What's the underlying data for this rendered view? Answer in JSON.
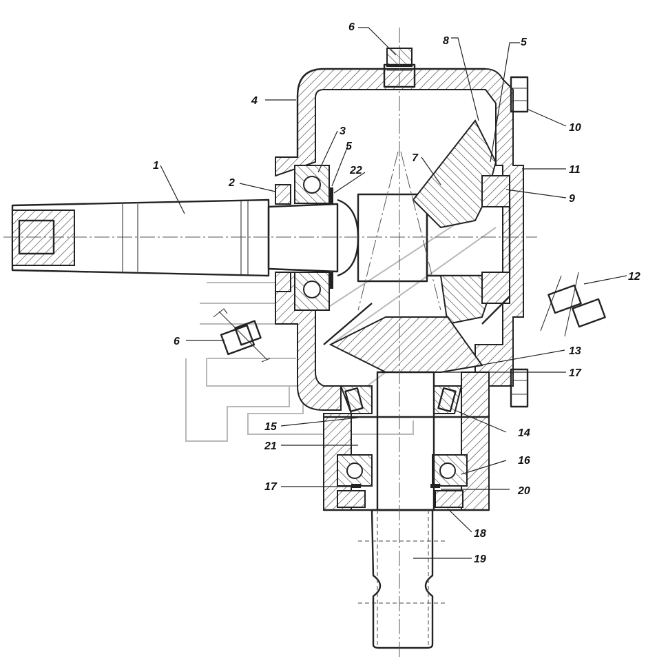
{
  "figure": {
    "labels": {
      "l1": "1",
      "l2": "2",
      "l3": "3",
      "l4": "4",
      "l5a": "5",
      "l5b": "5",
      "l6a": "6",
      "l6b": "6",
      "l7": "7",
      "l8": "8",
      "l9": "9",
      "l10": "10",
      "l11": "11",
      "l12": "12",
      "l13": "13",
      "l14": "14",
      "l15": "15",
      "l16": "16",
      "l17a": "17",
      "l17b": "17",
      "l18": "18",
      "l19": "19",
      "l20": "20",
      "l21": "21",
      "l22": "22"
    }
  }
}
